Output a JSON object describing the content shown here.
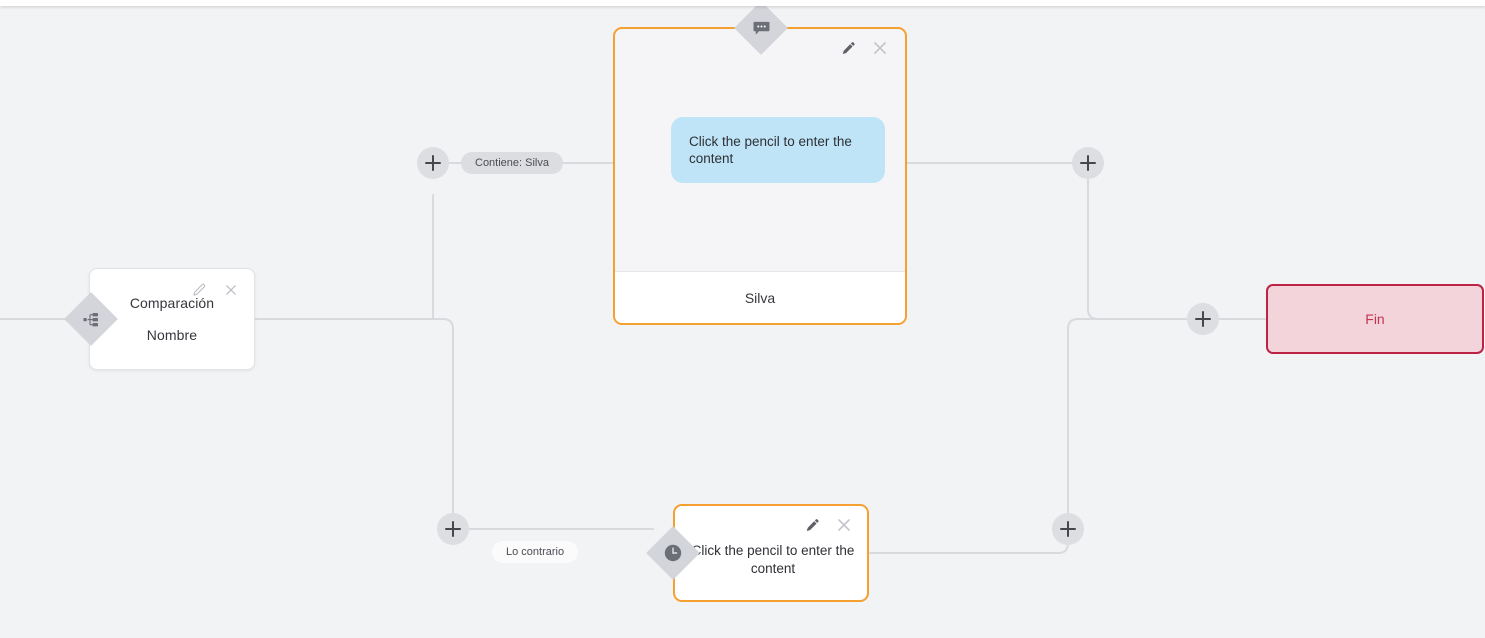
{
  "canvas": {
    "background_color": "#f2f3f5",
    "edge_color": "#d8dade"
  },
  "nodes": [
    {
      "id": "comparison",
      "type": "condition",
      "badge_icon": "sitemap-icon",
      "title": "Comparación",
      "subtitle": "Nombre",
      "edit_icon": "pencil-icon",
      "close_icon": "close-icon"
    },
    {
      "id": "message",
      "type": "message",
      "badge_icon": "speech-bubble-icon",
      "bubble_text": "Click the pencil to enter the content",
      "footer_label": "Silva",
      "edit_icon": "pencil-icon",
      "close_icon": "close-icon",
      "border_color": "#f5a030",
      "bubble_color": "#bfe4f7"
    },
    {
      "id": "wait",
      "type": "wait",
      "badge_icon": "clock-icon",
      "body_text": "Click the pencil to enter the content",
      "edit_icon": "pencil-icon",
      "close_icon": "close-icon",
      "border_color": "#f5a030"
    },
    {
      "id": "end",
      "type": "end",
      "label": "Fin",
      "border_color": "#bc2345",
      "fill_color": "#f2d4da",
      "text_color": "#c13553"
    }
  ],
  "edge_labels": [
    {
      "id": "contiene",
      "text": "Contiene: Silva",
      "style": "gray"
    },
    {
      "id": "lo-contrario",
      "text": "Lo contrario",
      "style": "white"
    }
  ],
  "add_buttons": [
    {
      "id": "add-branch-true-left",
      "icon": "plus-icon"
    },
    {
      "id": "add-branch-false-left",
      "icon": "plus-icon"
    },
    {
      "id": "add-branch-true-right",
      "icon": "plus-icon"
    },
    {
      "id": "add-branch-false-right",
      "icon": "plus-icon"
    },
    {
      "id": "add-before-end",
      "icon": "plus-icon"
    }
  ]
}
